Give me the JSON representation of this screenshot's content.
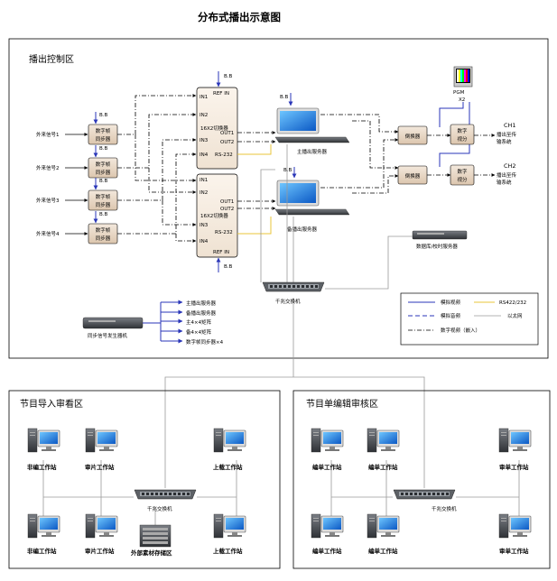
{
  "title": "分布式播出示意图",
  "zones": {
    "control": "播出控制区",
    "import": "节目导入审看区",
    "edit": "节目单编辑审核区"
  },
  "sync_frame": "数字帧同步器",
  "ext_inputs": [
    "外来信号1",
    "外来信号2",
    "外来信号3",
    "外来信号4"
  ],
  "bb": "B.B",
  "matrix": {
    "title": "16X2切换器",
    "inputs": [
      "IN1",
      "IN2",
      "IN3",
      "IN4"
    ],
    "outputs": [
      "OUT1",
      "OUT2"
    ],
    "rs": "RS-232",
    "ref": "REF IN"
  },
  "servers": {
    "main": "主播出服务器",
    "backup": "备播出服务器",
    "db": "数据库/校时服务器"
  },
  "pgm": {
    "label": "PGM",
    "count": "X2"
  },
  "switcher": "倒换器",
  "logo_box": "数字\n视分",
  "channels": [
    {
      "id": "CH1",
      "desc": "播出至传\n输系统"
    },
    {
      "id": "CH2",
      "desc": "播出至传\n输系统"
    }
  ],
  "switch": "千兆交换机",
  "sync_gen": "同步信号发生器机",
  "sync_outputs": [
    "主播出服务器",
    "备播出服务器",
    "主4×4矩阵",
    "备4×4矩阵",
    "数字帧同步器×4"
  ],
  "legend": {
    "analog_video": "模拟视频",
    "rs": "RS422/232",
    "analog_audio": "模拟音频",
    "ethernet": "以太网",
    "digital": "数字视频（嵌入）"
  },
  "import_ws": {
    "top": [
      "非编工作站",
      "审片工作站",
      "上载工作站"
    ],
    "bottom": [
      "非编工作站",
      "审片工作站",
      "外部素材存储区",
      "上载工作站"
    ]
  },
  "edit_ws": {
    "top": [
      "编单工作站",
      "编单工作站",
      "审单工作站"
    ],
    "bottom": [
      "编单工作站",
      "编单工作站",
      "审单工作站"
    ]
  }
}
